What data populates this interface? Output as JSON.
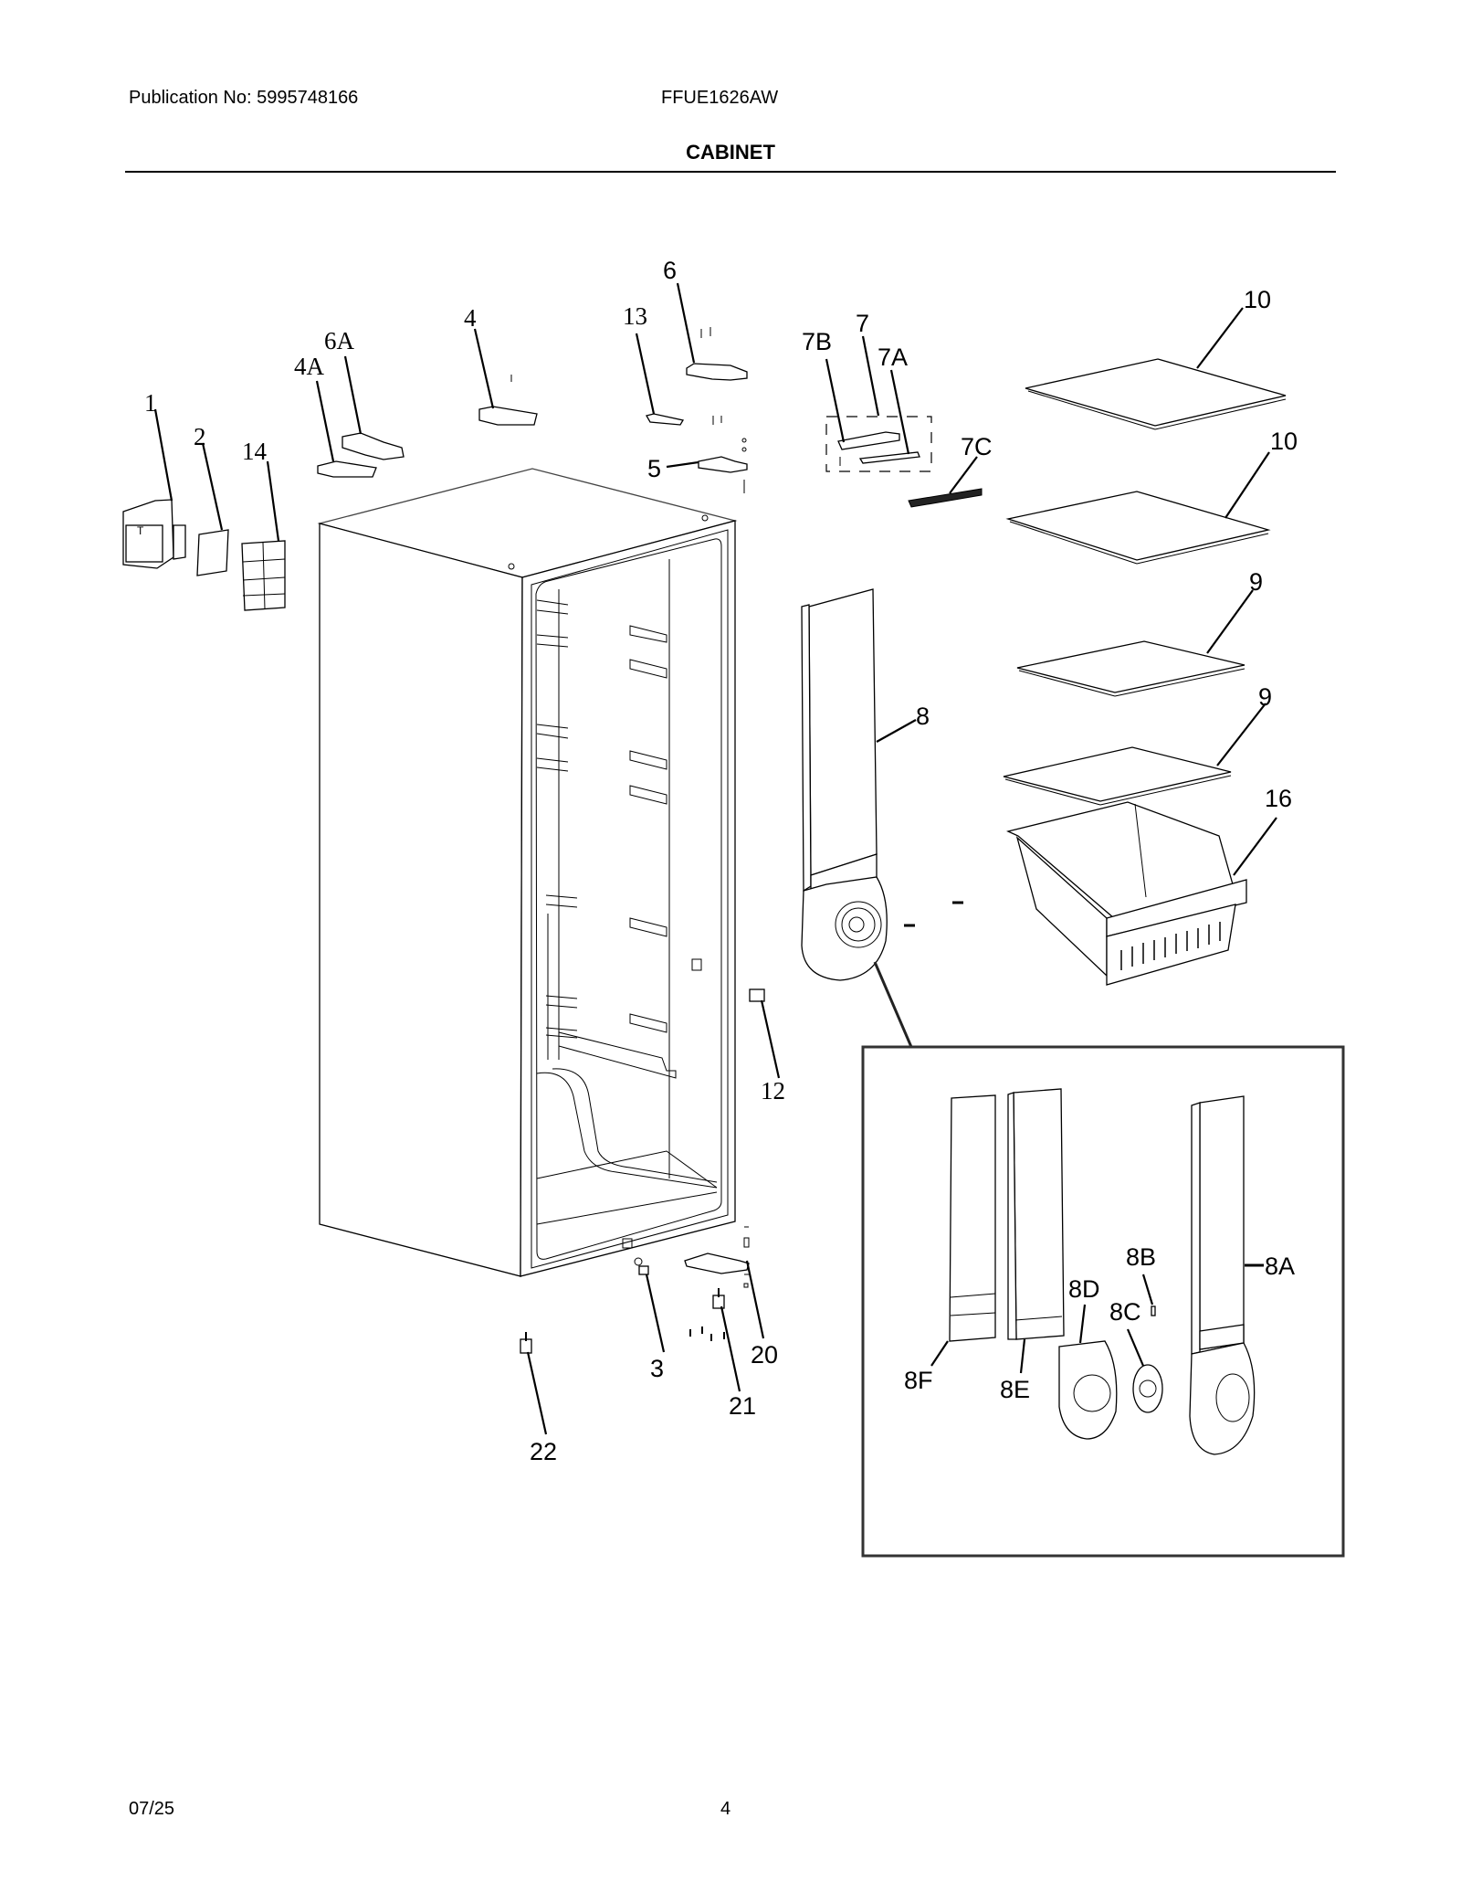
{
  "header": {
    "publication_label": "Publication No: 5995748166",
    "model": "FFUE1626AW",
    "section_title": "CABINET"
  },
  "footer": {
    "date": "07/25",
    "page_number": "4"
  },
  "callouts": {
    "c1": "1",
    "c2": "2",
    "c14": "14",
    "c4a": "4A",
    "c6a": "6A",
    "c4": "4",
    "c13": "13",
    "c6": "6",
    "c5": "5",
    "c7b": "7B",
    "c7": "7",
    "c7a": "7A",
    "c7c": "7C",
    "c10a": "10",
    "c10b": "10",
    "c9a": "9",
    "c9b": "9",
    "c16": "16",
    "c8": "8",
    "c12": "12",
    "c3": "3",
    "c20": "20",
    "c21": "21",
    "c22": "22",
    "c8a": "8A",
    "c8b": "8B",
    "c8c": "8C",
    "c8d": "8D",
    "c8e": "8E",
    "c8f": "8F"
  },
  "parts": [
    {
      "id": "1",
      "name": "part-1"
    },
    {
      "id": "2",
      "name": "part-2"
    },
    {
      "id": "3",
      "name": "part-3"
    },
    {
      "id": "4",
      "name": "part-4"
    },
    {
      "id": "4A",
      "name": "part-4a"
    },
    {
      "id": "5",
      "name": "part-5"
    },
    {
      "id": "6",
      "name": "part-6"
    },
    {
      "id": "6A",
      "name": "part-6a"
    },
    {
      "id": "7",
      "name": "part-7"
    },
    {
      "id": "7A",
      "name": "part-7a"
    },
    {
      "id": "7B",
      "name": "part-7b"
    },
    {
      "id": "7C",
      "name": "part-7c"
    },
    {
      "id": "8",
      "name": "part-8"
    },
    {
      "id": "8A",
      "name": "part-8a"
    },
    {
      "id": "8B",
      "name": "part-8b"
    },
    {
      "id": "8C",
      "name": "part-8c"
    },
    {
      "id": "8D",
      "name": "part-8d"
    },
    {
      "id": "8E",
      "name": "part-8e"
    },
    {
      "id": "8F",
      "name": "part-8f"
    },
    {
      "id": "9",
      "name": "part-9"
    },
    {
      "id": "10",
      "name": "part-10"
    },
    {
      "id": "12",
      "name": "part-12"
    },
    {
      "id": "13",
      "name": "part-13"
    },
    {
      "id": "14",
      "name": "part-14"
    },
    {
      "id": "16",
      "name": "part-16"
    },
    {
      "id": "20",
      "name": "part-20"
    },
    {
      "id": "21",
      "name": "part-21"
    },
    {
      "id": "22",
      "name": "part-22"
    }
  ]
}
